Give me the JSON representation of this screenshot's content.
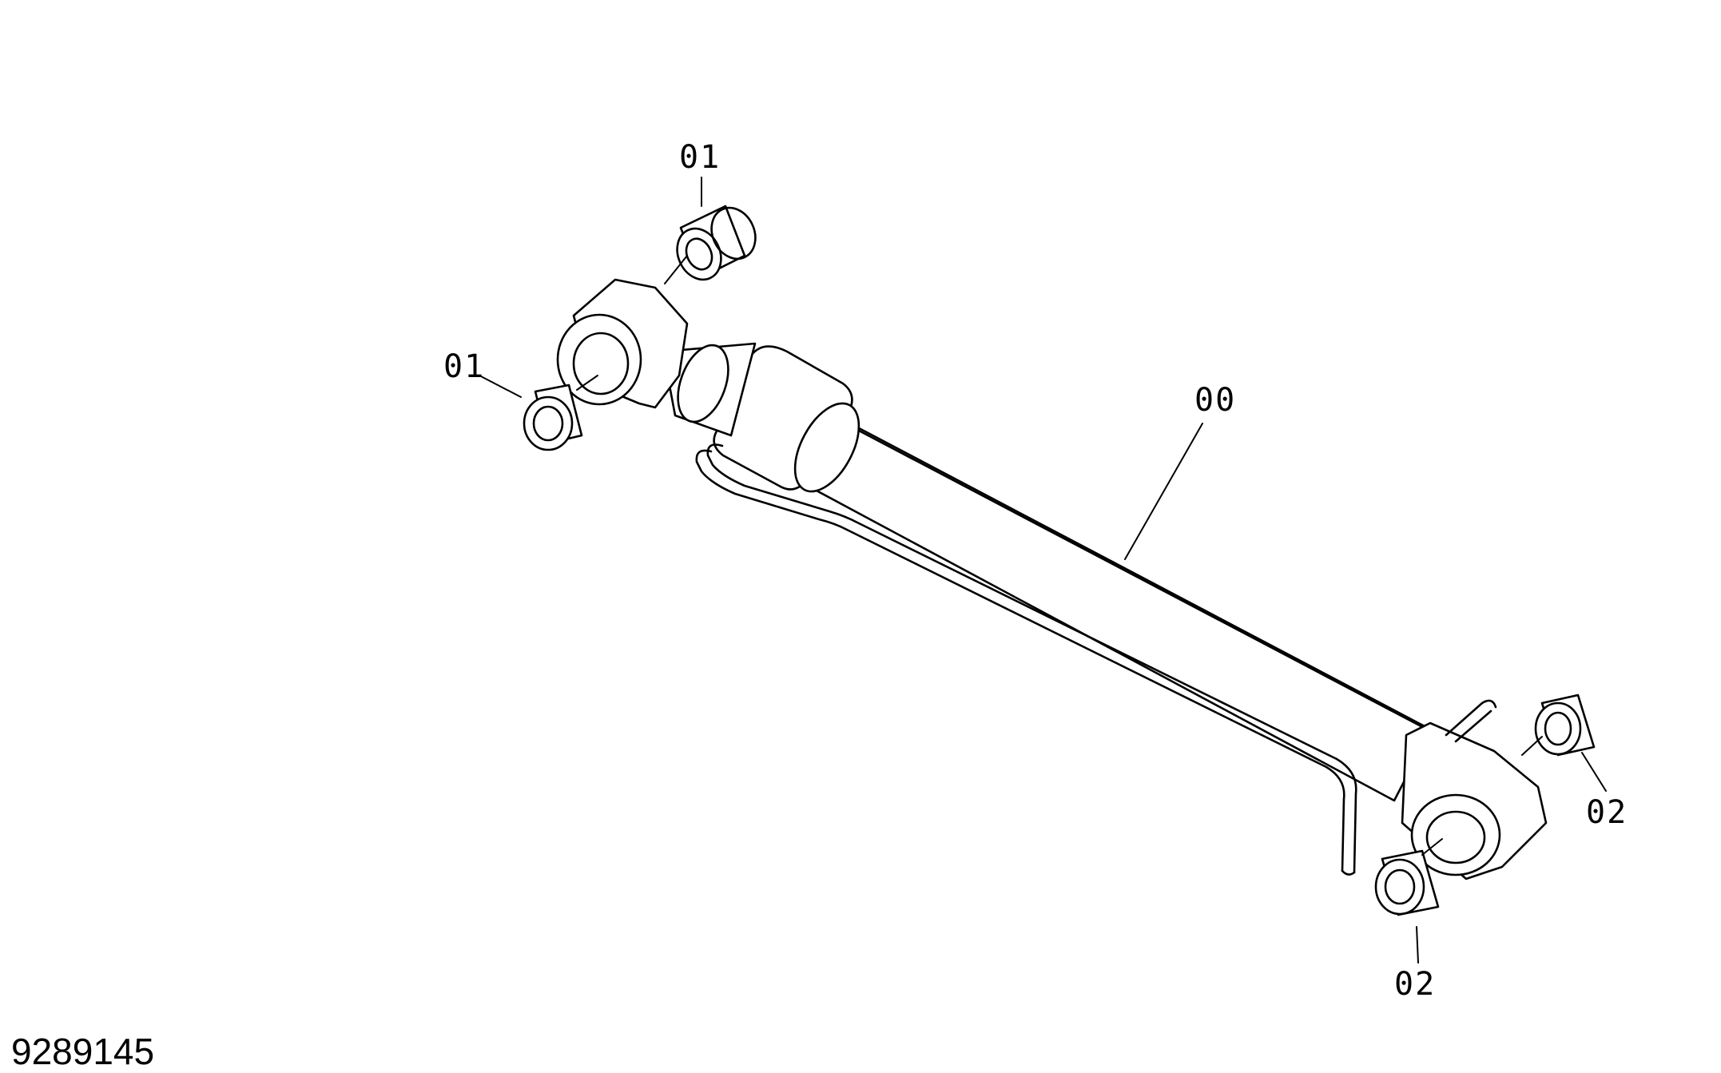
{
  "diagram": {
    "drawing_number": "9289145",
    "callouts": {
      "cylinder": "00",
      "rod_bushing_upper": "01",
      "rod_bushing_lower": "01",
      "head_bushing_right": "02",
      "head_bushing_lower": "02"
    }
  }
}
